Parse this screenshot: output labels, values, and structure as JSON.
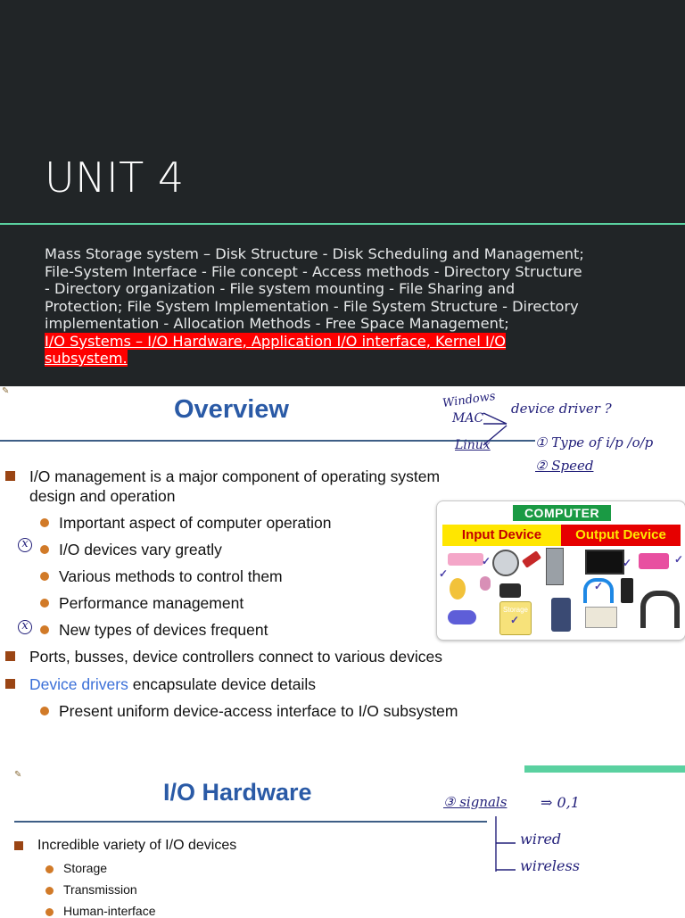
{
  "header": {
    "title": "UNIT 4",
    "syllabus_lines": [
      "Mass Storage system – Disk Structure - Disk Scheduling and Management;",
      "File-System Interface - File concept - Access methods - Directory Structure",
      "- Directory organization - File system mounting - File Sharing and",
      "Protection; File System Implementation - File System Structure - Directory",
      "implementation - Allocation Methods - Free Space Management;"
    ],
    "highlight_lines": [
      "I/O Systems – I/O Hardware, Application I/O interface, Kernel I/O",
      "subsystem."
    ]
  },
  "slide1": {
    "title": "Overview",
    "bullet1_line1": "I/O management is a major component of operating system",
    "bullet1_line2": "design and operation",
    "sub_items": [
      "Important aspect of computer operation",
      "I/O devices vary greatly",
      "Various methods to control them",
      "Performance management",
      "New types of devices frequent"
    ],
    "bullet2": "Ports, busses, device controllers connect to various devices",
    "bullet3_highlight": "Device drivers",
    "bullet3_rest": " encapsulate device details",
    "bullet3_sub": "Present uniform device-access interface to I/O subsystem",
    "figure": {
      "heading": "COMPUTER",
      "input_label": "Input Device",
      "output_label": "Output Device",
      "storage_label": "Storage"
    },
    "notes": {
      "windows": "Windows",
      "mac": "MAC",
      "linux": "Linux",
      "device_driver": "device driver ?",
      "type_io": "① Type of i/p /o/p",
      "speed": "② Speed",
      "x_mark": "x"
    }
  },
  "slide2": {
    "title": "I/O Hardware",
    "bullet1": "Incredible variety of I/O devices",
    "sub_items": [
      "Storage",
      "Transmission",
      "Human-interface"
    ],
    "notes": {
      "signals": "③ signals",
      "arrow": "⇒ 0,1",
      "wired": "wired",
      "wireless": "wireless"
    }
  },
  "colors": {
    "header_bg": "#212527",
    "accent_green": "#5ad1a0",
    "title_blue": "#2a5aa6",
    "highlight_red": "#ff0000"
  }
}
